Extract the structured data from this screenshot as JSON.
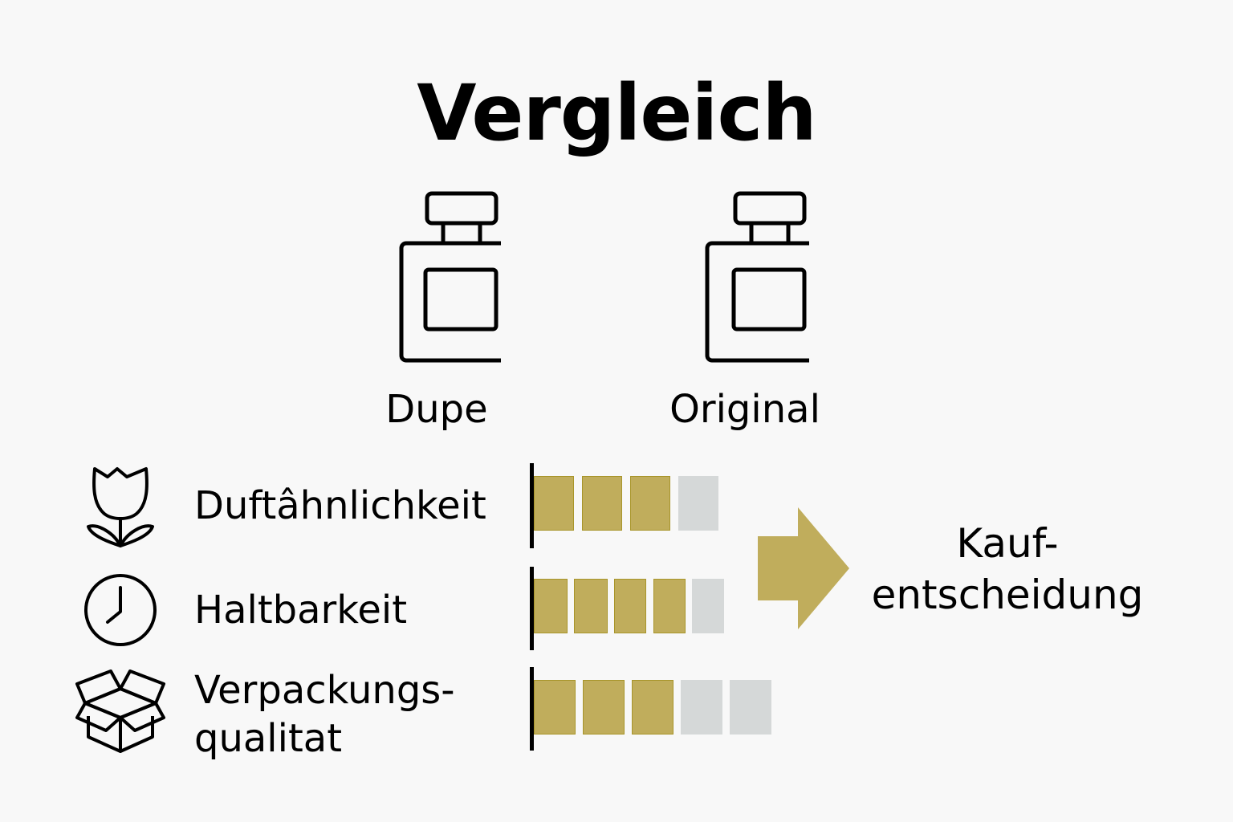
{
  "title": "Vergleich",
  "products": [
    {
      "label": "Dupe",
      "icon": "perfume-bottle-icon"
    },
    {
      "label": "Original",
      "icon": "perfume-bottle-icon"
    }
  ],
  "colors": {
    "filled": "#c0ad5c",
    "empty": "#d5d8d8",
    "background": "#f8f8f8",
    "text": "#000000"
  },
  "criteria": [
    {
      "label": "Duftâhnlichkeit",
      "icon": "tulip-icon",
      "filled": 3,
      "total": 4
    },
    {
      "label": "Haltbarkeit",
      "icon": "clock-icon",
      "filled": 4,
      "total": 5
    },
    {
      "label": "Verpackungs-\nqualitat",
      "label_line1": "Verpackungs-",
      "label_line2": "qualitat",
      "icon": "open-box-icon",
      "filled": 3,
      "total": 5
    }
  ],
  "outcome": {
    "icon": "arrow-right-icon",
    "label_line1": "Kauf-",
    "label_line2": "entscheidung"
  }
}
